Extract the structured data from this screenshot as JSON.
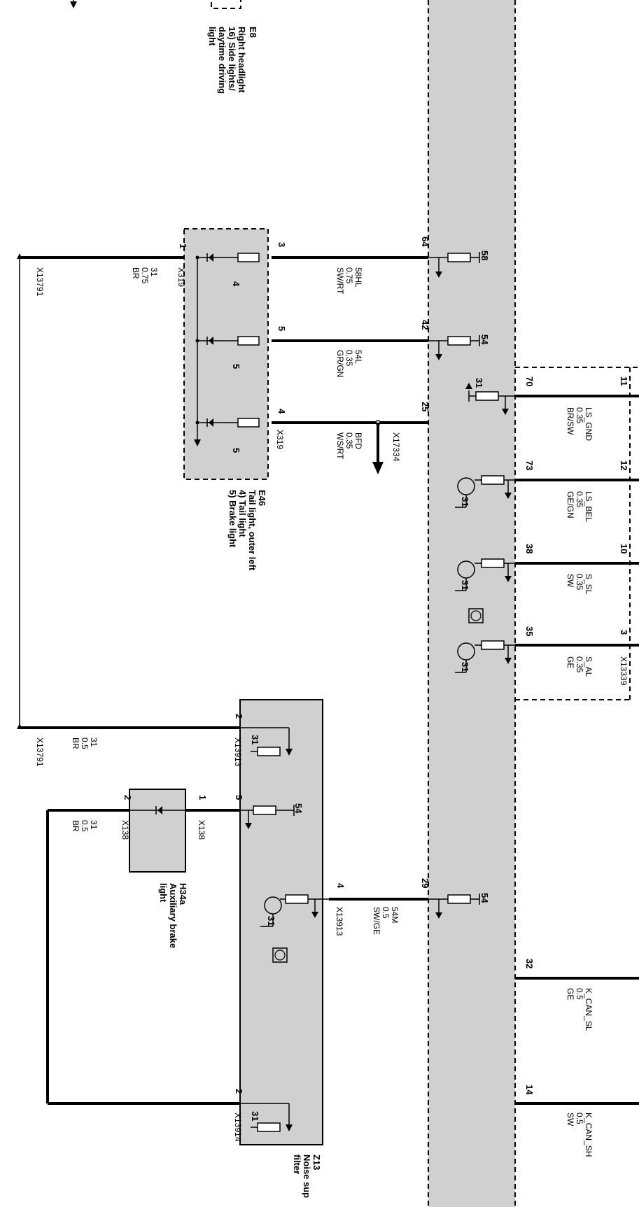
{
  "modules": {
    "e8": {
      "id": "E8",
      "desc": [
        "Right headlight",
        "16) Side lights/",
        "daytime driving",
        "light"
      ]
    },
    "e46": {
      "id": "E46",
      "desc": [
        "Tail light, outer left",
        "4) Tail light",
        "5) Brake light"
      ],
      "lamp_numbers": [
        "4",
        "5",
        "5"
      ]
    },
    "h34a": {
      "id": "H34a",
      "desc": [
        "Auxiliary brake",
        "light"
      ]
    },
    "z13": {
      "id": "Z13",
      "desc": [
        "Noise sup",
        "filter"
      ]
    }
  },
  "connectors": {
    "x319_a": "X319",
    "x319_b": "X319",
    "x13791_a": "X13791",
    "x13791_b": "X13791",
    "x17334": "X17334",
    "x13339": "X13339",
    "x13913_a": "X13913",
    "x13913_b": "X13913",
    "x13914": "X13914",
    "x138_a": "X138",
    "x138_b": "X138"
  },
  "wires": {
    "w31_075": {
      "signal": "31",
      "size": "0.75",
      "color": "BR"
    },
    "w58hl": {
      "signal": "58HL",
      "size": "0.75",
      "color": "SW/RT"
    },
    "w54l": {
      "signal": "54L",
      "size": "0.35",
      "color": "GR/GN"
    },
    "wbfd": {
      "signal": "BFD",
      "size": "0.35",
      "color": "WS/RT"
    },
    "wls_gnd": {
      "signal": "LS_GND",
      "size": "0.35",
      "color": "BR/SW"
    },
    "wls_bel": {
      "signal": "LS_BEL",
      "size": "0.35",
      "color": "GE/GN"
    },
    "ws_sl": {
      "signal": "S_SL",
      "size": "0.35",
      "color": "SW"
    },
    "ws_al": {
      "signal": "S_AL",
      "size": "0.35",
      "color": "GE"
    },
    "w31_05a": {
      "signal": "31",
      "size": "0.5",
      "color": "BR"
    },
    "w31_05b": {
      "signal": "31",
      "size": "0.5",
      "color": "BR"
    },
    "w54m": {
      "signal": "54M",
      "size": "0.5",
      "color": "SW/GE"
    },
    "wkcan_sl": {
      "signal": "K_CAN_SL",
      "size": "0.5",
      "color": "GE"
    },
    "wkcan_sh": {
      "signal": "K_CAN_SH",
      "size": "0.5",
      "color": "SW"
    }
  },
  "pins": {
    "e46_1": "1",
    "e46_3": "3",
    "e46_5": "5",
    "e46_4": "4",
    "bus_64": "64",
    "bus_42": "42",
    "bus_25": "25",
    "bus_70": "70",
    "bus_73": "73",
    "bus_38": "38",
    "bus_35": "35",
    "bus_29": "29",
    "bus_32": "32",
    "bus_14": "14",
    "x13339_11": "11",
    "x13339_12": "12",
    "x13339_10": "10",
    "x13339_3": "3",
    "z13_2a": "2",
    "z13_5": "5",
    "z13_4": "4",
    "z13_2b": "2",
    "h34a_1": "1",
    "h34a_2": "2"
  },
  "terminals": {
    "t58": "58",
    "t54a": "54",
    "t31a": "31",
    "t31b": "31",
    "t31c": "31",
    "t31d": "31",
    "t31z1": "31",
    "t54z": "54",
    "t31z2": "31",
    "t54b": "54",
    "t31z3": "31"
  }
}
